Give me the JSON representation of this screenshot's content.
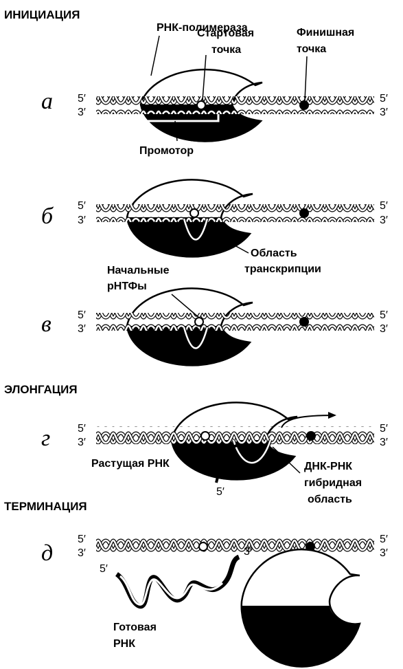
{
  "sections": {
    "initiation": "ИНИЦИАЦИЯ",
    "elongation": "ЭЛОНГАЦИЯ",
    "termination": "ТЕРМИНАЦИЯ"
  },
  "stages": [
    {
      "letter": "а"
    },
    {
      "letter": "б"
    },
    {
      "letter": "в"
    },
    {
      "letter": "г"
    },
    {
      "letter": "д"
    }
  ],
  "strand_ends": {
    "five": "5′",
    "three": "3′"
  },
  "labels": {
    "polymerase": "РНК-полимераза",
    "start_point_line1": "Стартовая",
    "start_point_line2": "точка",
    "finish_point_line1": "Финишная",
    "finish_point_line2": "точка",
    "promoter": "Промотор",
    "transcription_region_line1": "Область",
    "transcription_region_line2": "транскрипции",
    "initial_ntp_line1": "Начальные",
    "initial_ntp_line2": "рНТФы",
    "growing_rna": "Растущая РНК",
    "rna_5end": "5′",
    "hybrid_line1": "ДНК-РНК",
    "hybrid_line2": "гибридная",
    "hybrid_line3": "область",
    "released_rna_5": "5′",
    "released_rna_3": "3′",
    "finished_rna_line1": "Готовая",
    "finished_rna_line2": "РНК"
  },
  "colors": {
    "ink": "#000000",
    "paper": "#ffffff"
  }
}
